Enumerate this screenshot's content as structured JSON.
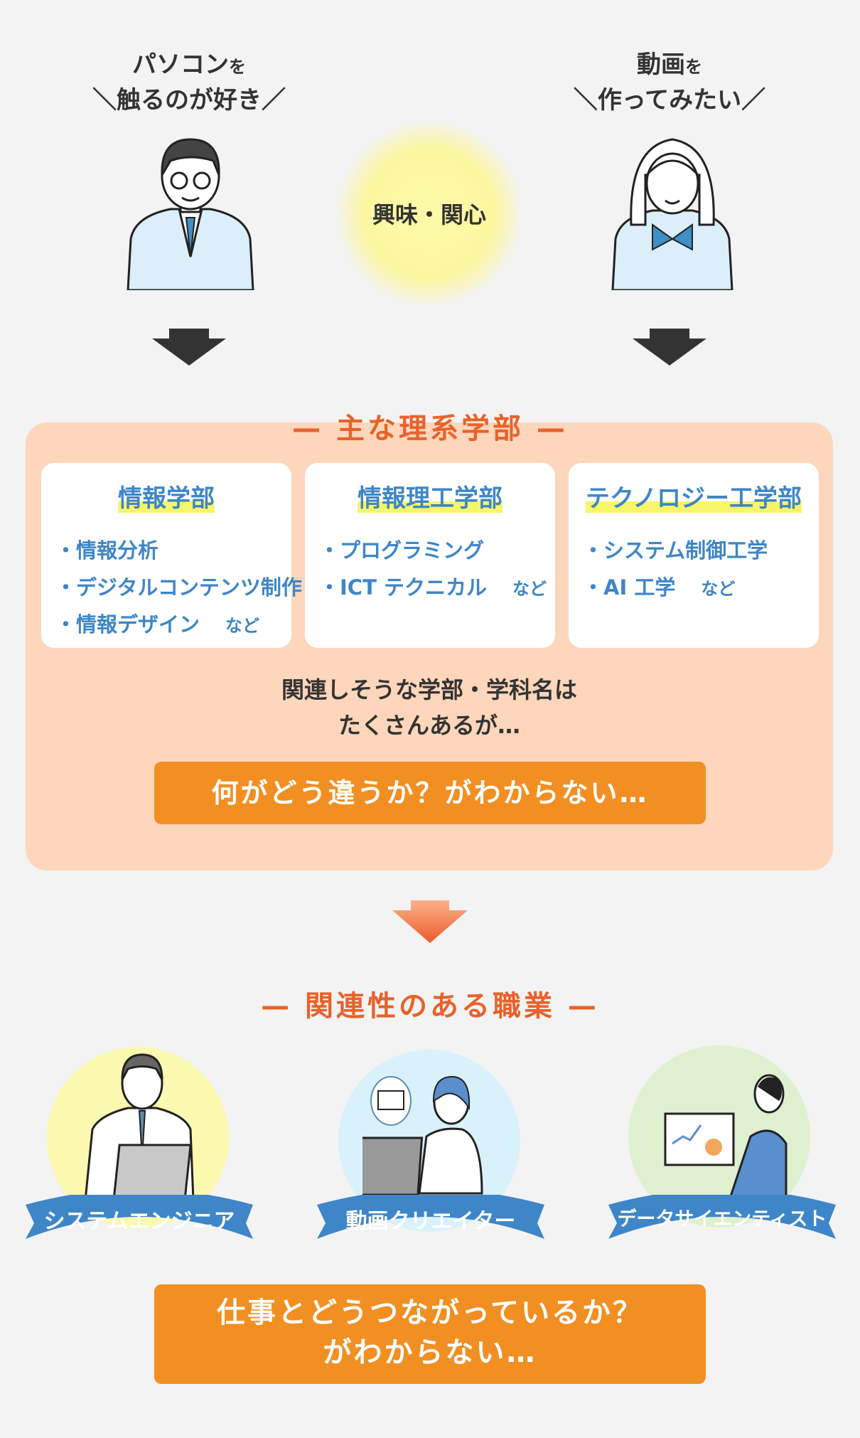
{
  "top": {
    "left_person": {
      "line1_main": "パソコン",
      "line1_particle": "を",
      "line2": "触るのが好き"
    },
    "center": "興味・関心",
    "right_person": {
      "line1_main": "動画",
      "line1_particle": "を",
      "line2": "作ってみたい"
    }
  },
  "faculties": {
    "heading": "主な理系学部",
    "cards": [
      {
        "title": "情報学部",
        "items": [
          "情報分析",
          "デジタルコンテンツ制作",
          "情報デザイン"
        ],
        "etc": "など"
      },
      {
        "title": "情報理工学部",
        "items": [
          "プログラミング",
          "ICT テクニカル"
        ],
        "etc": "など"
      },
      {
        "title": "テクノロジー工学部",
        "items": [
          "システム制御工学",
          "AI 工学"
        ],
        "etc": "など"
      }
    ],
    "note_line1": "関連しそうな学部・学科名は",
    "note_line2": "たくさんあるが…",
    "problem": "何がどう違うか？がわからない…"
  },
  "careers": {
    "heading": "関連性のある職業",
    "items": [
      {
        "label": "システムエンジニア",
        "color": "#fbf8b0"
      },
      {
        "label": "動画クリエイター",
        "color": "#d9f1fb"
      },
      {
        "label": "データサイエンティスト",
        "color": "#def0d0"
      }
    ],
    "problem_line1": "仕事とどうつながっているか？",
    "problem_line2": "がわからない…"
  }
}
